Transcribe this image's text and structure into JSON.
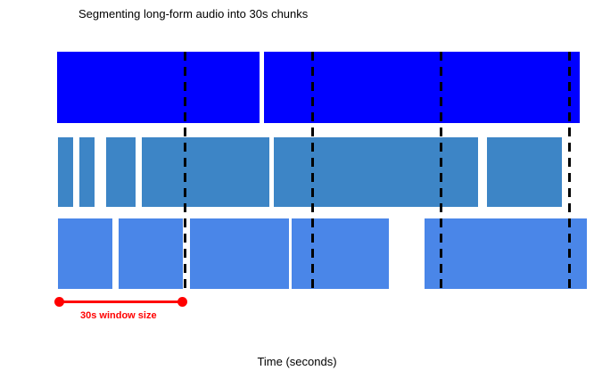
{
  "figure": {
    "title": "Segmenting long-form audio into 30s chunks",
    "xlabel": "Time (seconds)",
    "window_label": "30s window size"
  },
  "colors": {
    "row_top": "#0000ff",
    "row_middle": "#3d85c6",
    "row_bottom": "#4a86e8",
    "boundary": "#000000",
    "annotation": "#ff0000",
    "background": "#ffffff"
  },
  "chart_data": {
    "type": "bar",
    "subtype": "interval-timeline",
    "title": "Segmenting long-form audio into 30s chunks",
    "xlabel": "Time (seconds)",
    "x_axis": {
      "unit": "seconds",
      "min": 0,
      "max": 125,
      "window_size_s": 30,
      "boundaries_s": [
        30,
        60,
        90,
        120
      ],
      "grid": "dashed-window-boundaries"
    },
    "rows": [
      {
        "id": "top",
        "color": "#0000ff",
        "segments_s": [
          [
            0,
            47.5
          ],
          [
            48.6,
            122.5
          ]
        ]
      },
      {
        "id": "middle",
        "color": "#3d85c6",
        "segments_s": [
          [
            0.3,
            3.8
          ],
          [
            5.3,
            8.8
          ],
          [
            11.5,
            18.4
          ],
          [
            19.9,
            49.8
          ],
          [
            50.8,
            98.6
          ],
          [
            100.7,
            118.2
          ]
        ]
      },
      {
        "id": "bottom",
        "color": "#4a86e8",
        "segments_s": [
          [
            0.3,
            13.0
          ],
          [
            14.5,
            29.6
          ],
          [
            31.2,
            54.3
          ],
          [
            55.0,
            77.7
          ],
          [
            86.1,
            124.1
          ]
        ]
      }
    ],
    "annotation": {
      "label": "30s window size",
      "color": "#ff0000",
      "from_s": 0,
      "to_s": 30
    }
  }
}
